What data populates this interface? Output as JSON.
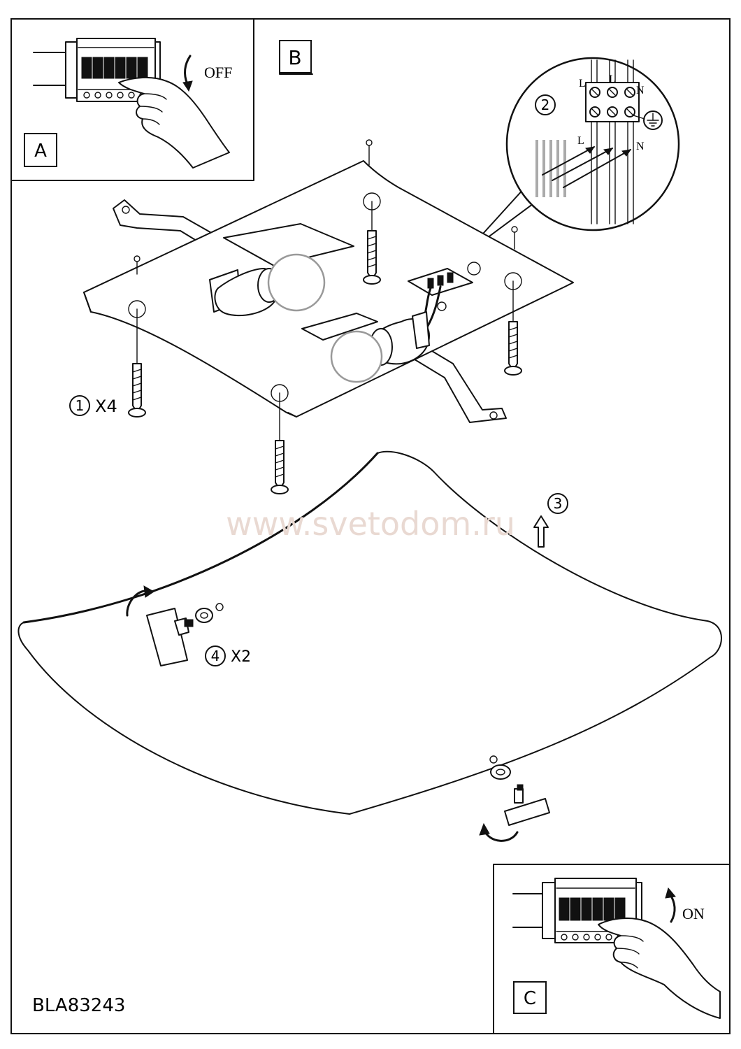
{
  "panel_a": {
    "label": "A",
    "action": "OFF"
  },
  "panel_b": {
    "label": "B"
  },
  "panel_c": {
    "label": "C",
    "action": "ON"
  },
  "steps": {
    "step1_num": "1",
    "step1_qty": "X4",
    "step2_num": "2",
    "step3_num": "3",
    "step4_num": "4",
    "step4_qty": "X2"
  },
  "wiring": {
    "l_top": "L",
    "l_mid": "L",
    "n_top": "N",
    "l_bottom": "L",
    "n_bottom": "N",
    "earth_symbol": "earth-ground-icon"
  },
  "watermark": "www.svetodom.ru",
  "model_code": "BLA83243",
  "colors": {
    "line": "#111111",
    "bulb": "#999999",
    "watermark": "#e9d9d2"
  }
}
